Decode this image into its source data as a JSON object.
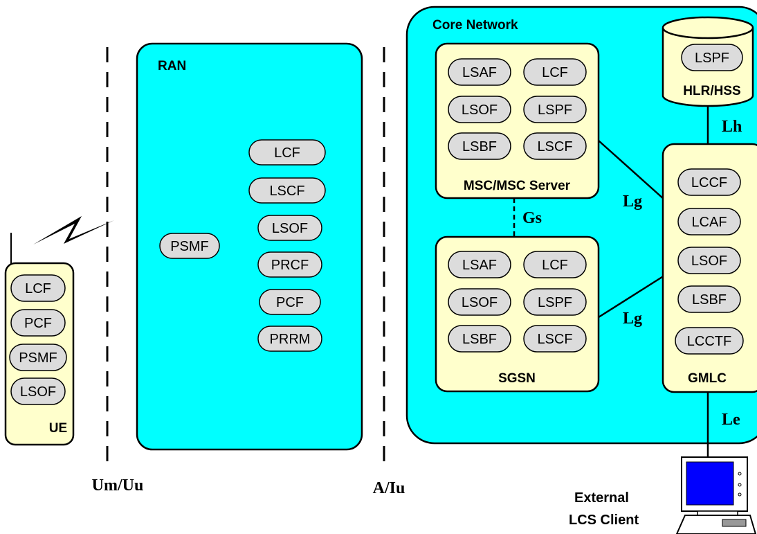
{
  "colors": {
    "region_fill": "#00ffff",
    "node_fill": "#ffffcc",
    "pill_fill": "#dcdcdc",
    "monitor_screen": "#0000ff"
  },
  "regions": {
    "ran": "RAN",
    "core": "Core Network"
  },
  "nodes": {
    "ue": {
      "label": "UE",
      "functions": [
        "LCF",
        "PCF",
        "PSMF",
        "LSOF"
      ]
    },
    "ran": {
      "functions": [
        "LCF",
        "LSCF",
        "LSOF",
        "PRCF",
        "PCF",
        "PRRM"
      ],
      "psmf": "PSMF"
    },
    "msc": {
      "label": "MSC/MSC Server",
      "functions": [
        "LSAF",
        "LCF",
        "LSOF",
        "LSPF",
        "LSBF",
        "LSCF"
      ]
    },
    "sgsn": {
      "label": "SGSN",
      "functions": [
        "LSAF",
        "LCF",
        "LSOF",
        "LSPF",
        "LSBF",
        "LSCF"
      ]
    },
    "hlr": {
      "label": "HLR/HSS",
      "functions": [
        "LSPF"
      ]
    },
    "gmlc": {
      "label": "GMLC",
      "functions": [
        "LCCF",
        "LCAF",
        "LSOF",
        "LSBF",
        "LCCTF"
      ]
    }
  },
  "interfaces": {
    "um_uu": "Um/Uu",
    "a_iu": "A/Iu",
    "gs": "Gs",
    "lg_msc": "Lg",
    "lg_sgsn": "Lg",
    "lh": "Lh",
    "le": "Le"
  },
  "external_client": {
    "line1": "External",
    "line2": "LCS Client"
  }
}
